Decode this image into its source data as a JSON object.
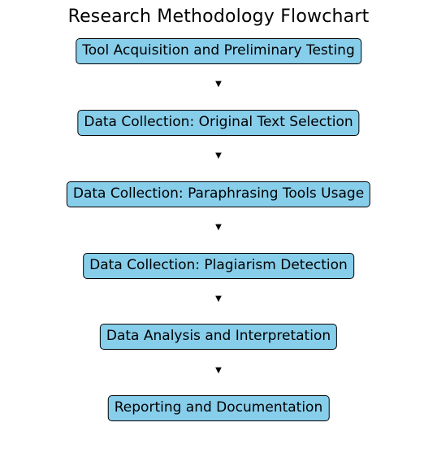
{
  "diagram": {
    "title": "Research Methodology Flowchart",
    "steps": [
      {
        "label": "Tool Acquisition and Preliminary Testing"
      },
      {
        "label": "Data Collection: Original Text Selection"
      },
      {
        "label": "Data Collection: Paraphrasing Tools Usage"
      },
      {
        "label": "Data Collection: Plagiarism Detection"
      },
      {
        "label": "Data Analysis and Interpretation"
      },
      {
        "label": "Reporting and Documentation"
      }
    ],
    "colors": {
      "box_fill": "#87ceeb",
      "box_border": "#000000",
      "text": "#000000",
      "background": "#ffffff"
    },
    "connector_icon": "arrow-down-icon"
  }
}
